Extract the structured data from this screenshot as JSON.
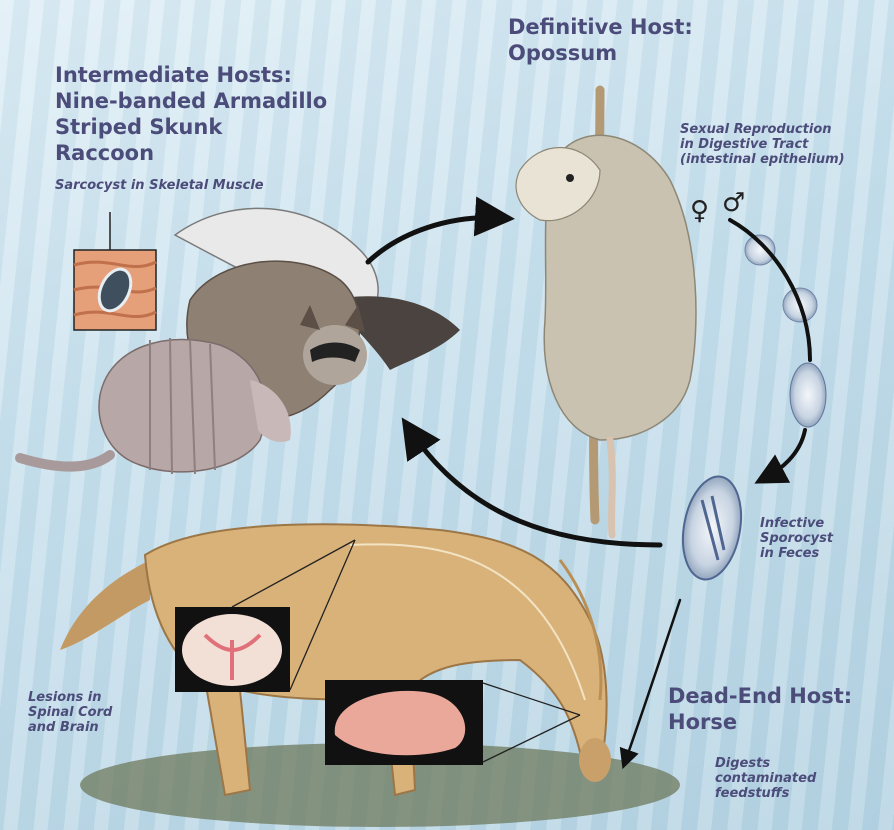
{
  "intermediate": {
    "title_lines": [
      "Intermediate Hosts:",
      "Nine-banded Armadillo",
      "Striped Skunk",
      "Raccoon"
    ],
    "note": "Sarcocyst in Skeletal Muscle"
  },
  "definitive": {
    "title_lines": [
      "Definitive Host:",
      "Opossum"
    ],
    "note_lines": [
      "Sexual Reproduction",
      "in Digestive Tract",
      "(intestinal epithelium)"
    ],
    "symbols": [
      "♀",
      "♂"
    ]
  },
  "sporocyst": {
    "note_lines": [
      "Infective",
      "Sporocyst",
      "in Feces"
    ]
  },
  "dead_end": {
    "title_lines": [
      "Dead-End Host:",
      "Horse"
    ],
    "note_lines": [
      "Digests",
      "contaminated",
      "feedstuffs"
    ]
  },
  "lesions": {
    "note_lines": [
      "Lesions in",
      "Spinal Cord",
      "and Brain"
    ]
  },
  "colors": {
    "label_text": "#4c4c7a",
    "arrow": "#111111",
    "horse": "#d9b27a",
    "opossum": "#c9c2b0",
    "raccoon": "#8f8074",
    "armadillo": "#b7a7a6",
    "skunk": "#4a4340",
    "sporocyst": "#9ab0c8",
    "ground": "#6d7a5c"
  }
}
